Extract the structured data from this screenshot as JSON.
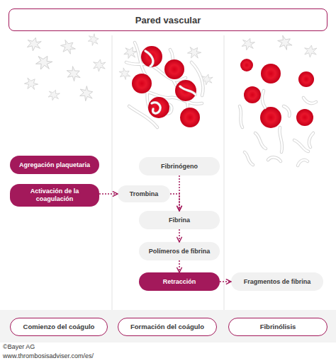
{
  "diagram": {
    "title": "Pared vascular",
    "nodes": [
      {
        "text": [
          "Agregación plaquetaria"
        ]
      },
      {
        "text": [
          "Fibrinógeno"
        ]
      },
      {
        "text": [
          "Activación de la coagulación"
        ]
      },
      {
        "text": [
          "Trombina"
        ]
      },
      {
        "text": [
          "Fibrina"
        ]
      },
      {
        "text": [
          "Polímeros de fibrina"
        ]
      },
      {
        "text": [
          "Retracción"
        ]
      },
      {
        "text": [
          "Fragmentos de fibrina"
        ]
      },
      {
        "text": [
          "Comienzo del coágulo"
        ]
      },
      {
        "text": [
          "Formación del coágulo"
        ]
      },
      {
        "text": [
          "Fibrinólisis"
        ]
      }
    ],
    "edges": [
      {
        "from": 2,
        "to": 3,
        "arrow": "to"
      },
      {
        "from": 1,
        "to": 4,
        "arrow": "to"
      },
      {
        "from": 3,
        "to": 4,
        "arrow": "to"
      },
      {
        "from": 4,
        "to": 5,
        "arrow": "to"
      },
      {
        "from": 5,
        "to": 6,
        "arrow": "to"
      },
      {
        "from": 6,
        "to": 7,
        "arrow": "to"
      }
    ],
    "labels": [
      "©Bayer AG",
      "www.thrombosisadviser.com/es/"
    ]
  }
}
